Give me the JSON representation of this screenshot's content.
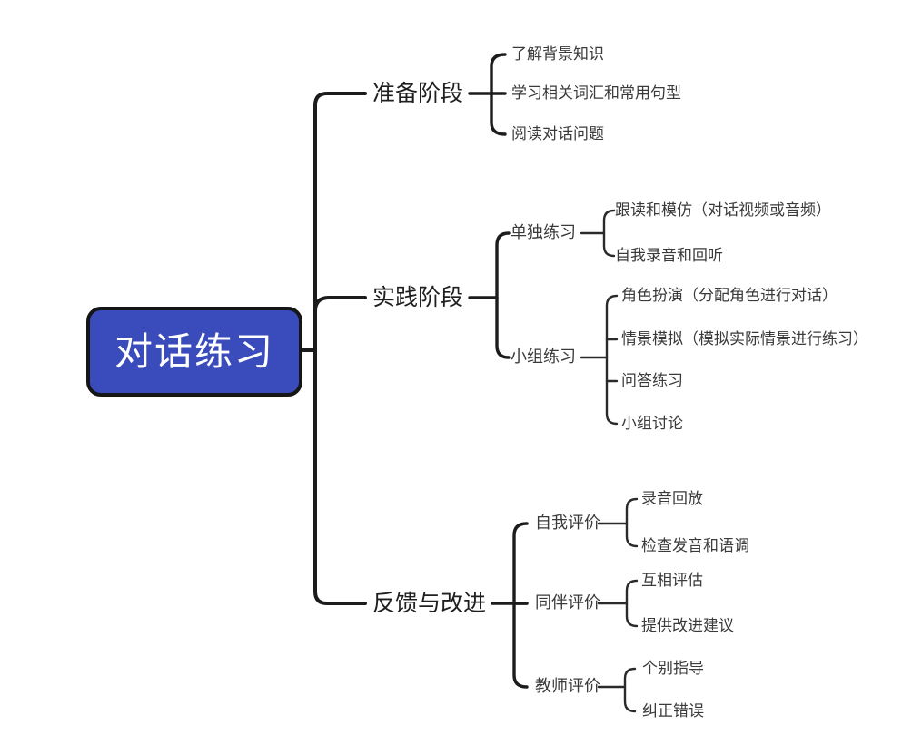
{
  "diagram_type": "mindmap",
  "colors": {
    "background": "#ffffff",
    "root_fill": "#3A4BBB",
    "root_border": "#161616",
    "root_text": "#ffffff",
    "branch_text": "#1f1f1f",
    "node_text": "#3a3a3a",
    "line_main": "#1c1c1c",
    "line_sub": "#2a2a2a"
  },
  "root": {
    "label": "对话练习"
  },
  "branches": [
    {
      "label": "准备阶段",
      "children": [
        {
          "label": "了解背景知识"
        },
        {
          "label": "学习相关词汇和常用句型"
        },
        {
          "label": "阅读对话问题"
        }
      ]
    },
    {
      "label": "实践阶段",
      "children": [
        {
          "label": "单独练习",
          "children": [
            {
              "label": "跟读和模仿（对话视频或音频）"
            },
            {
              "label": "自我录音和回听"
            }
          ]
        },
        {
          "label": "小组练习",
          "children": [
            {
              "label": "角色扮演（分配角色进行对话）"
            },
            {
              "label": "情景模拟（模拟实际情景进行练习）"
            },
            {
              "label": "问答练习"
            },
            {
              "label": "小组讨论"
            }
          ]
        }
      ]
    },
    {
      "label": "反馈与改进",
      "children": [
        {
          "label": "自我评价",
          "children": [
            {
              "label": "录音回放"
            },
            {
              "label": "检查发音和语调"
            }
          ]
        },
        {
          "label": "同伴评价",
          "children": [
            {
              "label": "互相评估"
            },
            {
              "label": "提供改进建议"
            }
          ]
        },
        {
          "label": "教师评价",
          "children": [
            {
              "label": "个别指导"
            },
            {
              "label": "纠正错误"
            }
          ]
        }
      ]
    }
  ]
}
